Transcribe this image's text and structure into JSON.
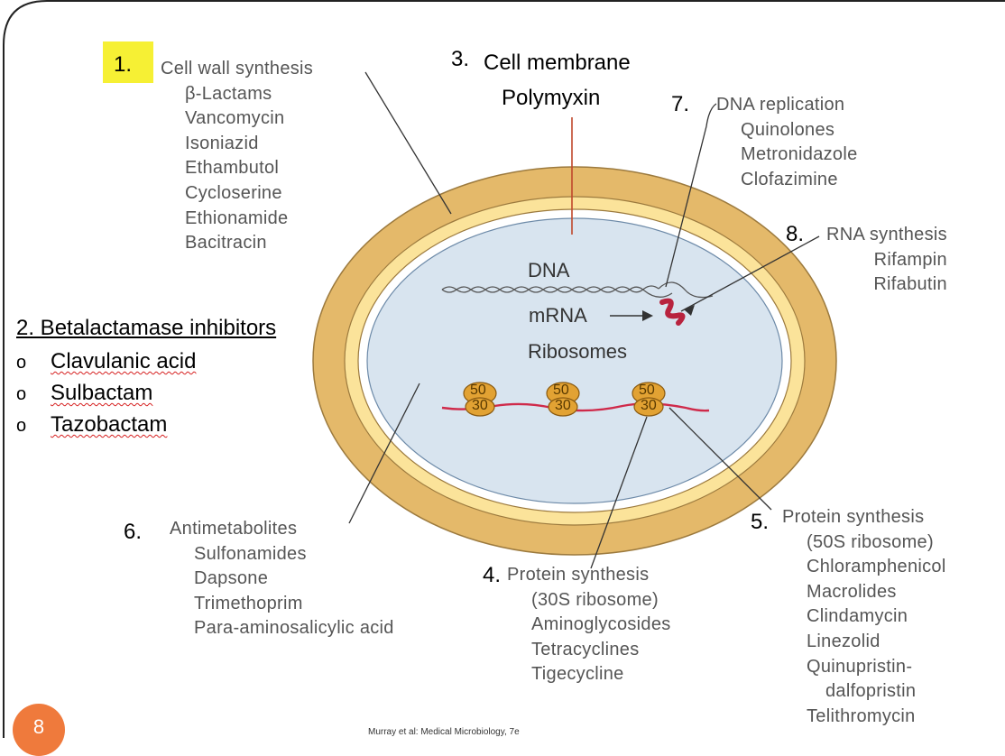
{
  "colors": {
    "outer_wall": "#e4b96a",
    "inner_wall": "#fbe39a",
    "cytoplasm": "#d8e4ef",
    "mrna": "#cf2a4a",
    "ribosome": "#e2a233",
    "highlight": "#f6f034",
    "page_badge": "#ef7a3c"
  },
  "labels": {
    "cell_wall": {
      "number": "1.",
      "title": "Cell wall synthesis",
      "drugs": [
        "β-Lactams",
        "Vancomycin",
        "Isoniazid",
        "Ethambutol",
        "Cycloserine",
        "Ethionamide",
        "Bacitracin"
      ]
    },
    "beta_lactamase": {
      "title": "2. Betalactamase inhibitors",
      "bullet": "o",
      "drugs": [
        "Clavulanic acid",
        "Sulbactam",
        "Tazobactam"
      ]
    },
    "cell_membrane": {
      "number": "3.",
      "title": "Cell membrane",
      "drug": "Polymyxin"
    },
    "protein_30s": {
      "number": "4.",
      "title": "Protein synthesis",
      "subtitle": "(30S ribosome)",
      "drugs": [
        "Aminoglycosides",
        "Tetracyclines",
        "Tigecycline"
      ]
    },
    "protein_50s": {
      "number": "5.",
      "title": "Protein synthesis",
      "subtitle": "(50S ribosome)",
      "drugs": [
        "Chloramphenicol",
        "Macrolides",
        "Clindamycin",
        "Linezolid",
        "Quinupristin-",
        "dalfopristin",
        "Telithromycin"
      ]
    },
    "antimetabolites": {
      "number": "6.",
      "title": "Antimetabolites",
      "drugs": [
        "Sulfonamides",
        "Dapsone",
        "Trimethoprim",
        "Para-aminosalicylic acid"
      ]
    },
    "dna_replication": {
      "number": "7.",
      "title": "DNA replication",
      "drugs": [
        "Quinolones",
        "Metronidazole",
        "Clofazimine"
      ]
    },
    "rna_synthesis": {
      "number": "8.",
      "title": "RNA synthesis",
      "drugs": [
        "Rifampin",
        "Rifabutin"
      ]
    }
  },
  "cell": {
    "dna_label": "DNA",
    "mrna_label": "mRNA",
    "ribosomes_label": "Ribosomes",
    "ribosome_large": "50",
    "ribosome_small": "30"
  },
  "footer": {
    "page_number": "8",
    "citation": "Murray et al: Medical Microbiology, 7e"
  }
}
